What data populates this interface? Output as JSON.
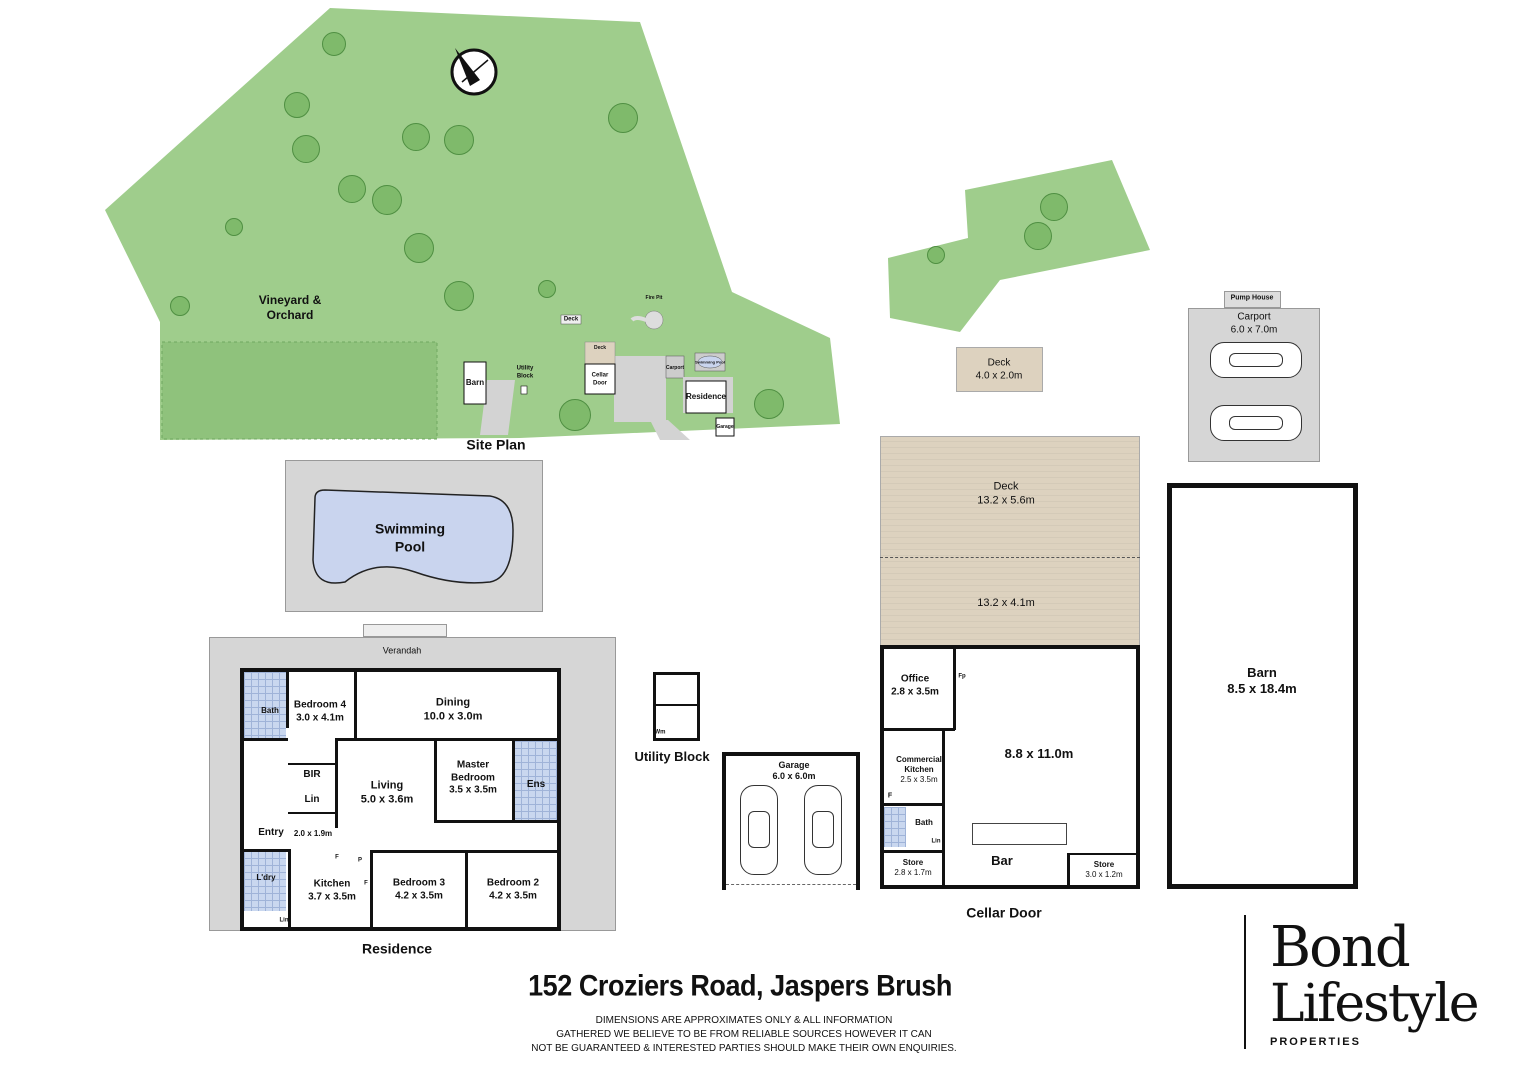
{
  "site_plan": {
    "title": "Site Plan",
    "vineyard_label": "Vineyard &\nOrchard",
    "vineyard_line1": "Vineyard &",
    "vineyard_line2": "Orchard",
    "deck": "Deck",
    "fire_pit": "Fire Pit",
    "deck2": "Deck",
    "cellar_door_1": "Cellar",
    "cellar_door_2": "Door",
    "carport": "Carport",
    "swimming_pool": "Swimming Pool",
    "residence": "Residence",
    "garage": "Garage",
    "barn": "Barn",
    "utility_1": "Utility",
    "utility_2": "Block",
    "north_icon": "compass-north-icon"
  },
  "pool": {
    "line1": "Swimming",
    "line2": "Pool"
  },
  "residence": {
    "title": "Residence",
    "verandah": "Verandah",
    "rooms": {
      "bath": "Bath",
      "bedroom4_name": "Bedroom 4",
      "bedroom4_size": "3.0 x 4.1m",
      "dining_name": "Dining",
      "dining_size": "10.0 x 3.0m",
      "bir": "BIR",
      "lin": "Lin",
      "living_name": "Living",
      "living_size": "5.0 x 3.6m",
      "master_1": "Master",
      "master_2": "Bedroom",
      "master_size": "3.5 x 3.5m",
      "ens": "Ens",
      "entry": "Entry",
      "entry_size": "2.0 x 1.9m",
      "laundry": "L'dry",
      "lin2": "Lin",
      "kitchen_name": "Kitchen",
      "kitchen_size": "3.7 x 3.5m",
      "f1": "F",
      "p": "P",
      "f2": "F",
      "bedroom3_name": "Bedroom 3",
      "bedroom3_size": "4.2 x 3.5m",
      "bedroom2_name": "Bedroom 2",
      "bedroom2_size": "4.2 x 3.5m"
    }
  },
  "utility_block": {
    "title": "Utility Block",
    "wm": "Wm"
  },
  "garage": {
    "name": "Garage",
    "size": "6.0 x 6.0m"
  },
  "deck_small": {
    "name": "Deck",
    "size": "4.0 x 2.0m"
  },
  "carport": {
    "pump_house": "Pump House",
    "name": "Carport",
    "size": "6.0 x 7.0m"
  },
  "cellar_door": {
    "title": "Cellar Door",
    "deck_name": "Deck",
    "deck_size": "13.2 x 5.6m",
    "deck2_size": "13.2 x 4.1m",
    "office_name": "Office",
    "office_size": "2.8 x 3.5m",
    "fp": "Fp",
    "main_size": "8.8 x 11.0m",
    "kitchen_1": "Commercial",
    "kitchen_2": "Kitchen",
    "kitchen_size": "2.5 x 3.5m",
    "f": "F",
    "bath": "Bath",
    "lin": "Lin",
    "bar": "Bar",
    "store1_name": "Store",
    "store1_size": "2.8 x 1.7m",
    "store2_name": "Store",
    "store2_size": "3.0 x 1.2m"
  },
  "barn": {
    "name": "Barn",
    "size": "8.5 x 18.4m"
  },
  "footer": {
    "address": "152 Croziers Road, Jaspers Brush",
    "disclaimer_1": "DIMENSIONS ARE APPROXIMATES ONLY & ALL INFORMATION",
    "disclaimer_2": "GATHERED WE BELIEVE TO BE FROM RELIABLE SOURCES HOWEVER IT CAN",
    "disclaimer_3": "NOT BE GUARANTEED & INTERESTED PARTIES SHOULD MAKE THEIR OWN ENQUIRIES."
  },
  "logo": {
    "line1": "Bond",
    "line2": "Lifestyle",
    "line3": "PROPERTIES"
  },
  "colors": {
    "grass": "#9fcd8c",
    "tree": "#7fba6b",
    "deck": "#ddd2bf",
    "pool": "#c9d4ee",
    "verandah": "#d6d6d6"
  }
}
